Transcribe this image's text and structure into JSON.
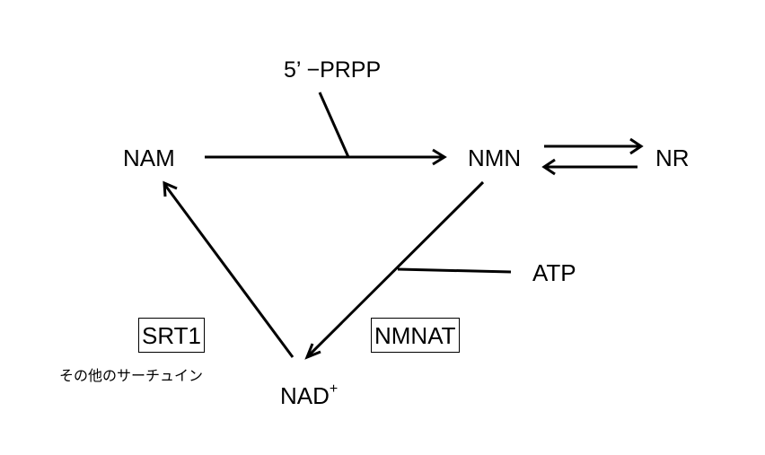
{
  "nodes": {
    "nam": "NAM",
    "nmn": "NMN",
    "nr": "NR",
    "nad": "NAD",
    "nad_sup": "+",
    "prpp": "5’ −PRPP",
    "atp": "ATP"
  },
  "enzymes": {
    "srt1": "SRT1",
    "nmnat": "NMNAT",
    "other_sirtuins": "その他のサーチュイン"
  },
  "colors": {
    "line": "#000000",
    "background": "#ffffff"
  }
}
